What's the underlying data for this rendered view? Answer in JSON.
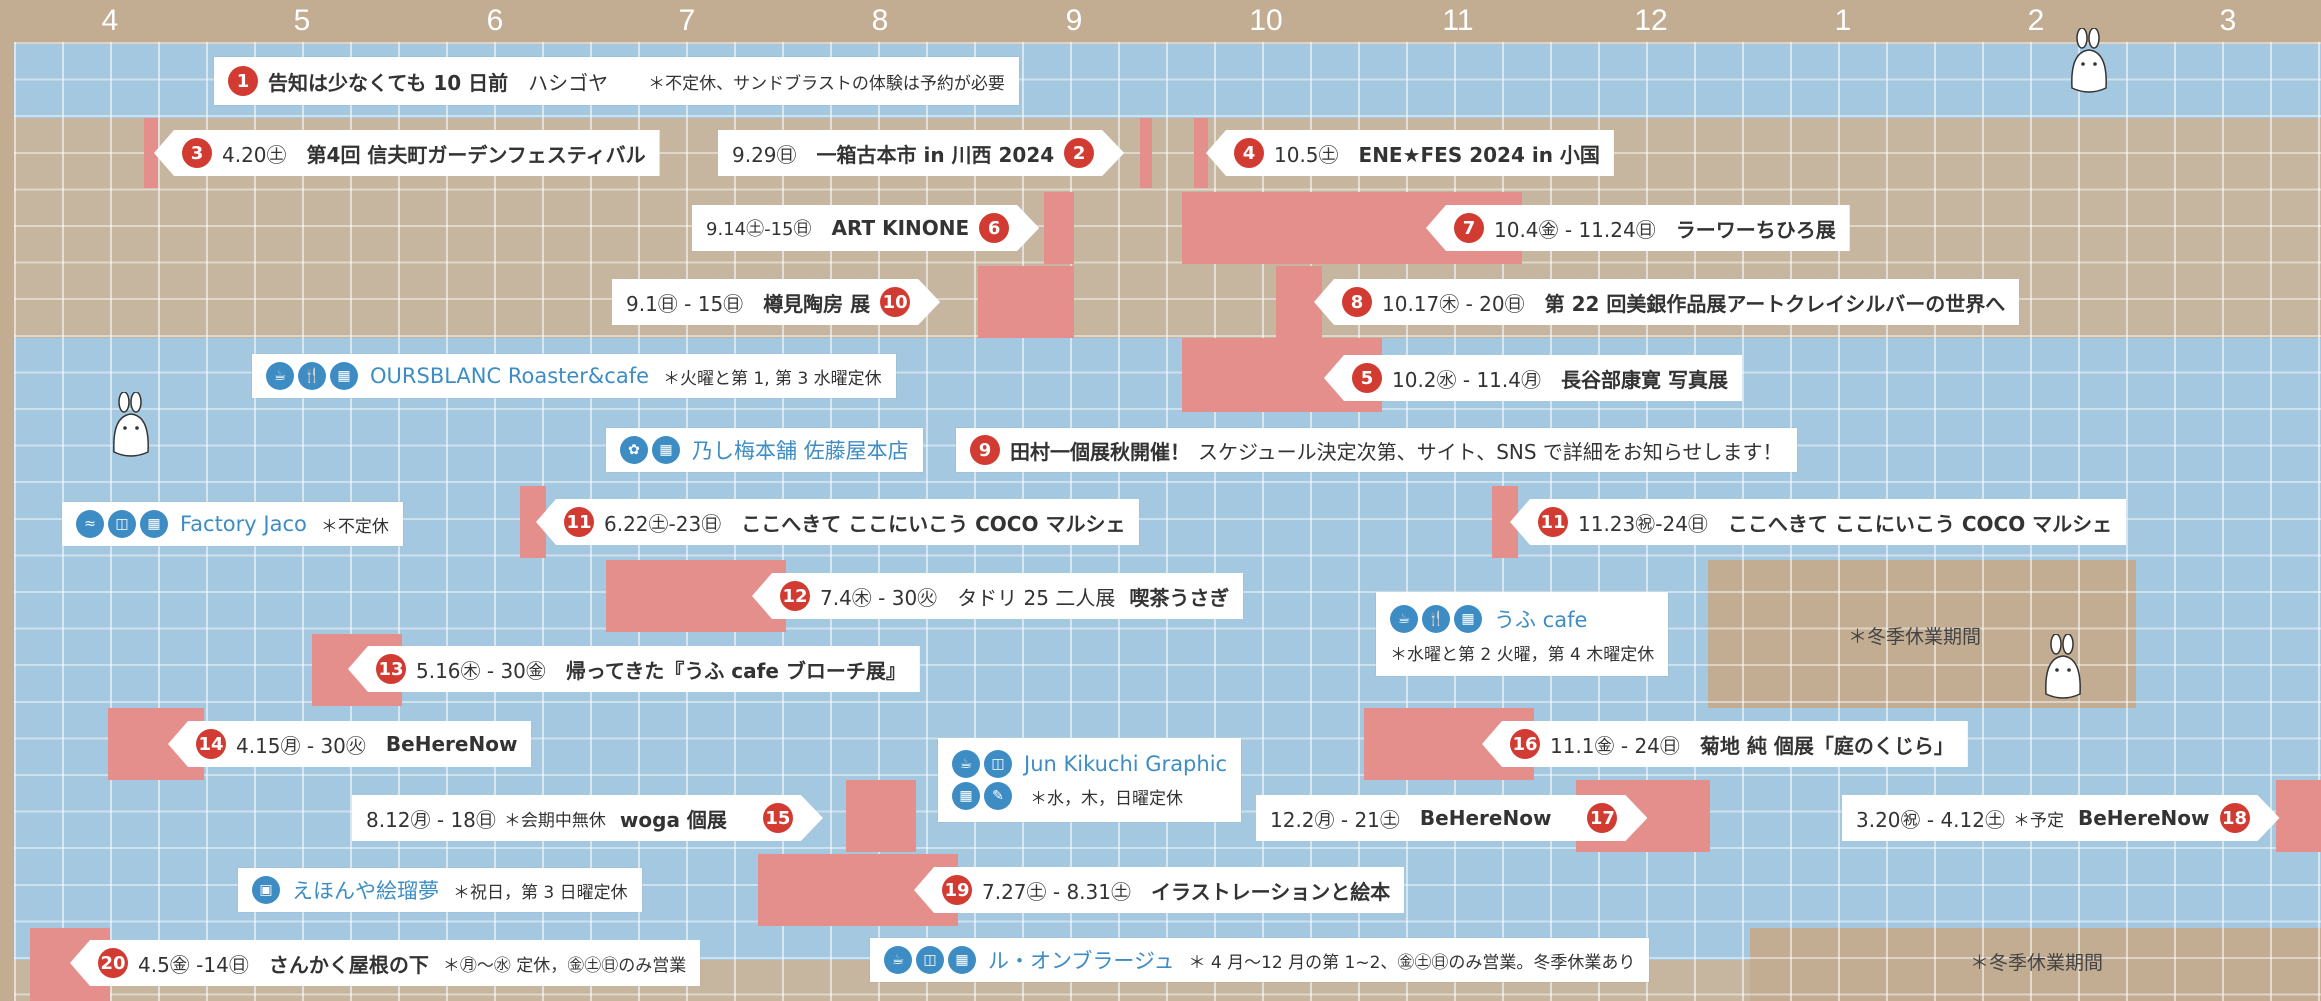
{
  "months": [
    "4",
    "5",
    "6",
    "7",
    "8",
    "9",
    "10",
    "11",
    "12",
    "1",
    "2",
    "3"
  ],
  "winter_label": "＊冬季休業期間",
  "events": [
    {
      "num": "1",
      "title": "告知は少なくても 10 日前",
      "venue": "ハシゴヤ",
      "note": "＊不定休、サンドブラストの体験は予約が必要"
    },
    {
      "num": "3",
      "date": "4.20㊏",
      "title": "第4回 信夫町ガーデンフェスティバル"
    },
    {
      "num": "2",
      "date": "9.29㊐",
      "title": "一箱古本市 in 川西 2024"
    },
    {
      "num": "4",
      "date": "10.5㊏",
      "title": "ENE★FES 2024 in 小国"
    },
    {
      "num": "6",
      "date": "9.14㊏-15㊐",
      "title": "ART KINONE"
    },
    {
      "num": "7",
      "date": "10.4㊎ - 11.24㊐",
      "title": "ラーワーちひろ展"
    },
    {
      "num": "10",
      "date": "9.1㊐ - 15㊐",
      "title": "樽見陶房 展"
    },
    {
      "num": "8",
      "date": "10.17㊍ - 20㊐",
      "title": "第 22 回美銀作品展アートクレイシルバーの世界へ"
    },
    {
      "num": "5",
      "date": "10.2㊌ - 11.4㊊",
      "title": "長谷部康寛 写真展"
    },
    {
      "num": "9",
      "title": "田村一個展秋開催！",
      "note": "スケジュール決定次第、サイト、SNS で詳細をお知らせします！"
    },
    {
      "num": "11",
      "date": "6.22㊏-23㊐",
      "title": "ここへきて ここにいこう COCO マルシェ"
    },
    {
      "num": "11",
      "date": "11.23㊗-24㊐",
      "title": "ここへきて ここにいこう COCO マルシェ"
    },
    {
      "num": "12",
      "date": "7.4㊍ - 30㊋",
      "venue": "タドリ 25 二人展",
      "title": "喫茶うさぎ"
    },
    {
      "num": "13",
      "date": "5.16㊍ - 30㊎",
      "title": "帰ってきた『うふ cafe ブローチ展』"
    },
    {
      "num": "14",
      "date": "4.15㊊ - 30㊋",
      "title": "BeHereNow"
    },
    {
      "num": "16",
      "date": "11.1㊎ - 24㊐",
      "title": "菊地 純 個展「庭のくじら」"
    },
    {
      "num": "15",
      "date": "8.12㊊ - 18㊐",
      "note": "＊会期中無休",
      "title": "woga 個展"
    },
    {
      "num": "17",
      "date": "12.2㊊ - 21㊏",
      "title": "BeHereNow"
    },
    {
      "num": "18",
      "date": "3.20㊗ - 4.12㊏",
      "note": "＊予定",
      "title": "BeHereNow"
    },
    {
      "num": "19",
      "date": "7.27㊏ - 8.31㊏",
      "title": "イラストレーションと絵本"
    },
    {
      "num": "20",
      "date": "4.5㊎ -14㊐",
      "title": "さんかく屋根の下",
      "note": "＊㊊〜㊌ 定休，㊎㊏㊐のみ営業"
    }
  ],
  "shops": [
    {
      "name": "OURSBLANC Roaster&cafe",
      "note": "＊火曜と第 1, 第 3 水曜定休"
    },
    {
      "name": "乃し梅本舗 佐藤屋本店"
    },
    {
      "name": "Factory Jaco",
      "note": "＊不定休"
    },
    {
      "name": "うふ cafe",
      "note": "＊水曜と第 2 火曜，第 4 木曜定休"
    },
    {
      "name": "Jun Kikuchi Graphic",
      "note": "＊水，木，日曜定休"
    },
    {
      "name": "えほんや絵瑠夢",
      "note": "＊祝日，第 3 日曜定休"
    },
    {
      "name": "ル・オンブラージュ",
      "note": "＊ 4 月〜12 月の第 1~2、㊎㊏㊐のみ営業。冬季休業あり"
    }
  ],
  "icons": {
    "cafe": "cup-icon",
    "food": "fork-knife-icon",
    "shop": "shop-icon",
    "craft": "craft-icon",
    "gallery": "gallery-icon",
    "book": "book-icon"
  },
  "colors": {
    "blue_row": "#a4c8df",
    "tan_row": "#c6b59f",
    "bar": "#e48f8c",
    "badge": "#d23b32",
    "shop_text": "#3d8dc4"
  }
}
